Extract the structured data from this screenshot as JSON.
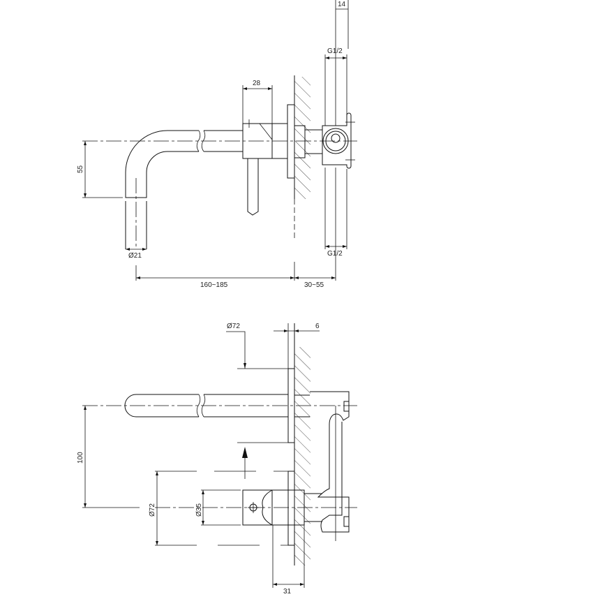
{
  "drawing": {
    "side_view": {
      "dim_top_offset": "14",
      "dim_thread_top": "G1/2",
      "dim_thread_bottom": "G1/2",
      "dim_body_width": "28",
      "dim_spout_drop": "55",
      "dim_spout_diameter": "Ø21",
      "dim_projection": "160~185",
      "dim_wall_depth": "30~55"
    },
    "front_view": {
      "dim_plate_diameter_top": "Ø72",
      "dim_plate_thickness": "6",
      "dim_spout_to_handle": "100",
      "dim_plate_diameter_bottom": "Ø72",
      "dim_handle_diameter": "Ø35",
      "dim_handle_depth": "31"
    }
  }
}
